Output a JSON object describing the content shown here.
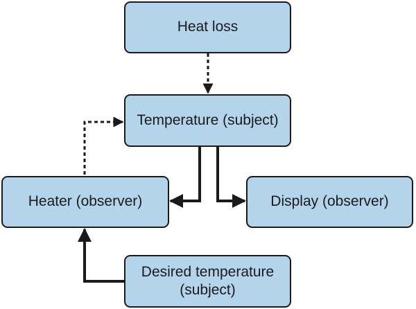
{
  "nodes": {
    "heat_loss": "Heat loss",
    "temperature": "Temperature (subject)",
    "heater": "Heater (observer)",
    "display": "Display (observer)",
    "desired_temperature": "Desired temperature\n(subject)"
  },
  "edges": [
    {
      "from": "heat_loss",
      "to": "temperature",
      "style": "dashed"
    },
    {
      "from": "heater",
      "to": "temperature",
      "style": "dashed"
    },
    {
      "from": "temperature",
      "to": "heater",
      "style": "solid"
    },
    {
      "from": "temperature",
      "to": "display",
      "style": "solid"
    },
    {
      "from": "desired_temperature",
      "to": "heater",
      "style": "solid"
    }
  ],
  "colors": {
    "node_fill": "#b3d4ea",
    "stroke": "#1a1a1a",
    "background": "#ffffff"
  }
}
